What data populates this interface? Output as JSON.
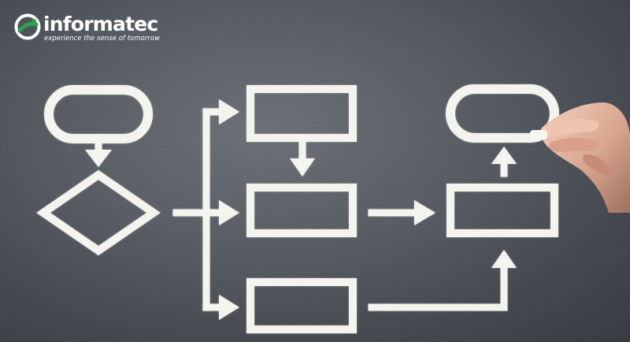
{
  "logo": {
    "brand": "informatec",
    "tagline": "experience the sense of tomorrow",
    "icon": "informatec-logo-mark"
  },
  "illustration": {
    "subject": "hand-drawn-flowchart",
    "colors": {
      "board": "#555a61",
      "chalk": "#f4f4ef",
      "logo_green": "#2ba24c"
    }
  }
}
